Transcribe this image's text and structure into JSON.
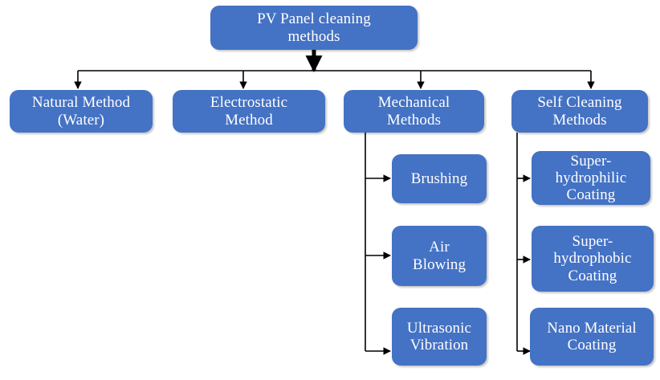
{
  "diagram": {
    "title": "PV Panel cleaning methods",
    "colors": {
      "node_fill": "#4472C4",
      "node_text": "#FFFFFF",
      "connector": "#000000",
      "background": "#FFFFFF"
    },
    "root": {
      "label": "PV Panel cleaning\nmethods"
    },
    "level2": [
      {
        "label": "Natural Method\n(Water)"
      },
      {
        "label": "Electrostatic\nMethod"
      },
      {
        "label": "Mechanical\nMethods"
      },
      {
        "label": "Self Cleaning\nMethods"
      }
    ],
    "mechanical_children": [
      {
        "label": "Brushing"
      },
      {
        "label": "Air\nBlowing"
      },
      {
        "label": "Ultrasonic\nVibration"
      }
    ],
    "selfcleaning_children": [
      {
        "label": "Super-\nhydrophilic\nCoating"
      },
      {
        "label": "Super-\nhydrophobic\nCoating"
      },
      {
        "label": "Nano Material\nCoating"
      }
    ]
  }
}
